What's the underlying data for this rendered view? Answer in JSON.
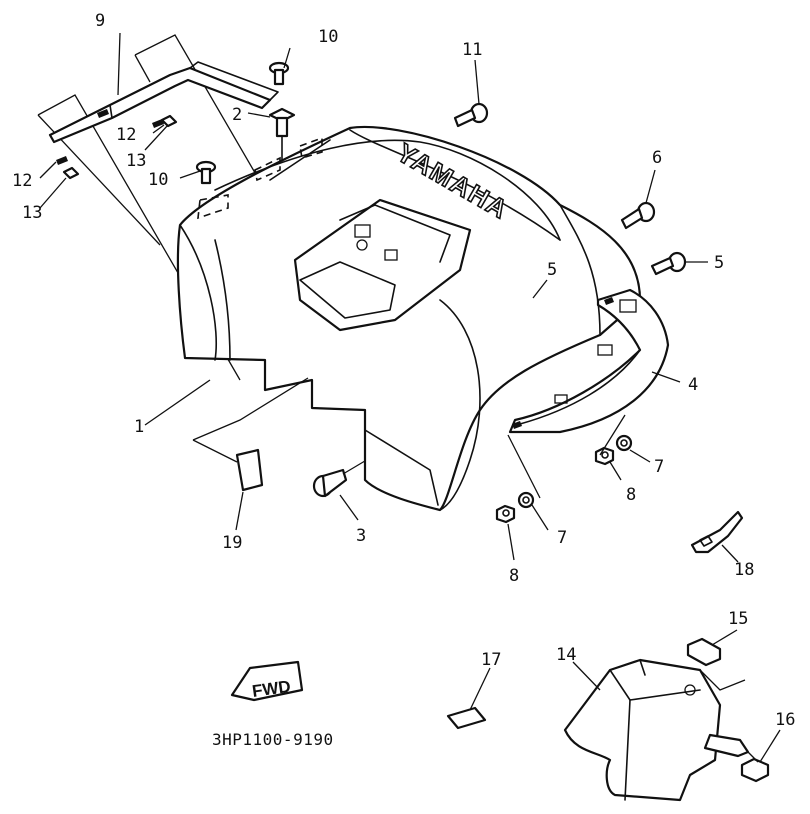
{
  "diagram": {
    "brand_text": "YAMAHA",
    "direction_text": "FWD",
    "part_code": "3HP1100-9190",
    "callouts": {
      "p1": "1",
      "p2": "2",
      "p3": "3",
      "p4": "4",
      "p5a": "5",
      "p5b": "5",
      "p7a": "7",
      "p7b": "7",
      "p8a": "8",
      "p8b": "8",
      "p9": "9",
      "p10a": "10",
      "p10b": "10",
      "p11": "11",
      "p12a": "12",
      "p12b": "12",
      "p13a": "13",
      "p13b": "13",
      "p14": "14",
      "p15": "15",
      "p16": "16",
      "p17": "17",
      "p18": "18",
      "p19": "19",
      "p6": "6"
    }
  }
}
